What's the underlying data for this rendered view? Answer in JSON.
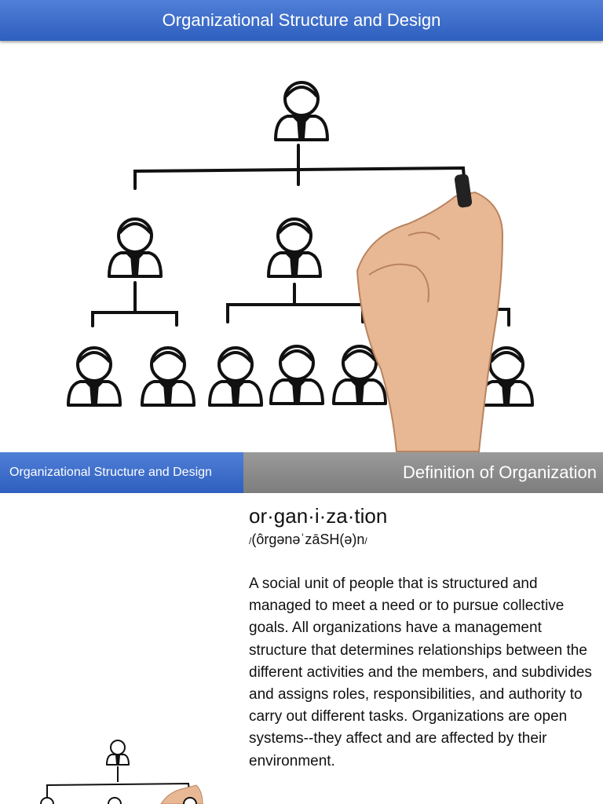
{
  "slide1": {
    "title": "Organizational Structure and Design"
  },
  "slide2": {
    "left_title": "Organizational Structure  and Design",
    "right_title": "Definition of Organization",
    "word": "or·gan·i·za·tion",
    "pron_slash_open": "/",
    "pronunciation": "(ôrɡənəˈzāSH(ə)n",
    "pron_slash_close": "/",
    "definition": "A social unit of people that is structured and managed to meet a need or to pursue collective goals. All organizations have a management structure that determines relationships between the different activities and the members, and subdivides and assigns roles, responsibilities, and authority to carry out different tasks. Organizations are open systems--they affect and are affected by their environment."
  },
  "colors": {
    "header_blue": "#3a6acb",
    "header_gray": "#8a8a8a",
    "ink": "#111111"
  },
  "icons": [
    "org-chart-illustration",
    "hand-with-marker",
    "person-icon"
  ]
}
